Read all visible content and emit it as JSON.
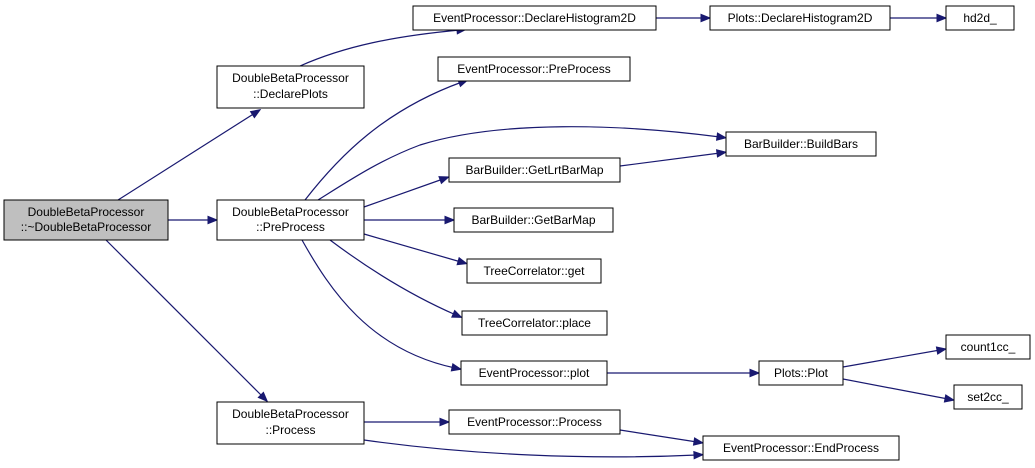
{
  "colors": {
    "edge": "#191970",
    "node_fill": "#ffffff",
    "focus_fill": "#bfbfbf",
    "border": "#000000"
  },
  "nodes": {
    "root": {
      "lines": [
        "DoubleBetaProcessor",
        "::~DoubleBetaProcessor"
      ],
      "focus": true
    },
    "declare_plots": {
      "lines": [
        "DoubleBetaProcessor",
        "::DeclarePlots"
      ]
    },
    "preprocess": {
      "lines": [
        "DoubleBetaProcessor",
        "::PreProcess"
      ]
    },
    "process": {
      "lines": [
        "DoubleBetaProcessor",
        "::Process"
      ]
    },
    "ep_declare_hist": {
      "lines": [
        "EventProcessor::DeclareHistogram2D"
      ]
    },
    "plots_declare_hist": {
      "lines": [
        "Plots::DeclareHistogram2D"
      ]
    },
    "hd2d": {
      "lines": [
        "hd2d_"
      ]
    },
    "ep_preprocess": {
      "lines": [
        "EventProcessor::PreProcess"
      ]
    },
    "build_bars": {
      "lines": [
        "BarBuilder::BuildBars"
      ]
    },
    "get_lrt_bar_map": {
      "lines": [
        "BarBuilder::GetLrtBarMap"
      ]
    },
    "get_bar_map": {
      "lines": [
        "BarBuilder::GetBarMap"
      ]
    },
    "tc_get": {
      "lines": [
        "TreeCorrelator::get"
      ]
    },
    "tc_place": {
      "lines": [
        "TreeCorrelator::place"
      ]
    },
    "ep_plot": {
      "lines": [
        "EventProcessor::plot"
      ]
    },
    "plots_plot": {
      "lines": [
        "Plots::Plot"
      ]
    },
    "count1cc": {
      "lines": [
        "count1cc_"
      ]
    },
    "set2cc": {
      "lines": [
        "set2cc_"
      ]
    },
    "ep_process": {
      "lines": [
        "EventProcessor::Process"
      ]
    },
    "ep_end_process": {
      "lines": [
        "EventProcessor::EndProcess"
      ]
    }
  },
  "edges": [
    [
      "root",
      "declare_plots"
    ],
    [
      "root",
      "preprocess"
    ],
    [
      "root",
      "process"
    ],
    [
      "declare_plots",
      "ep_declare_hist"
    ],
    [
      "ep_declare_hist",
      "plots_declare_hist"
    ],
    [
      "plots_declare_hist",
      "hd2d"
    ],
    [
      "preprocess",
      "ep_preprocess"
    ],
    [
      "preprocess",
      "build_bars"
    ],
    [
      "preprocess",
      "get_lrt_bar_map"
    ],
    [
      "get_lrt_bar_map",
      "build_bars"
    ],
    [
      "preprocess",
      "get_bar_map"
    ],
    [
      "preprocess",
      "tc_get"
    ],
    [
      "preprocess",
      "tc_place"
    ],
    [
      "preprocess",
      "ep_plot"
    ],
    [
      "ep_plot",
      "plots_plot"
    ],
    [
      "plots_plot",
      "count1cc"
    ],
    [
      "plots_plot",
      "set2cc"
    ],
    [
      "process",
      "ep_process"
    ],
    [
      "process",
      "ep_end_process"
    ],
    [
      "ep_process",
      "ep_end_process"
    ]
  ]
}
